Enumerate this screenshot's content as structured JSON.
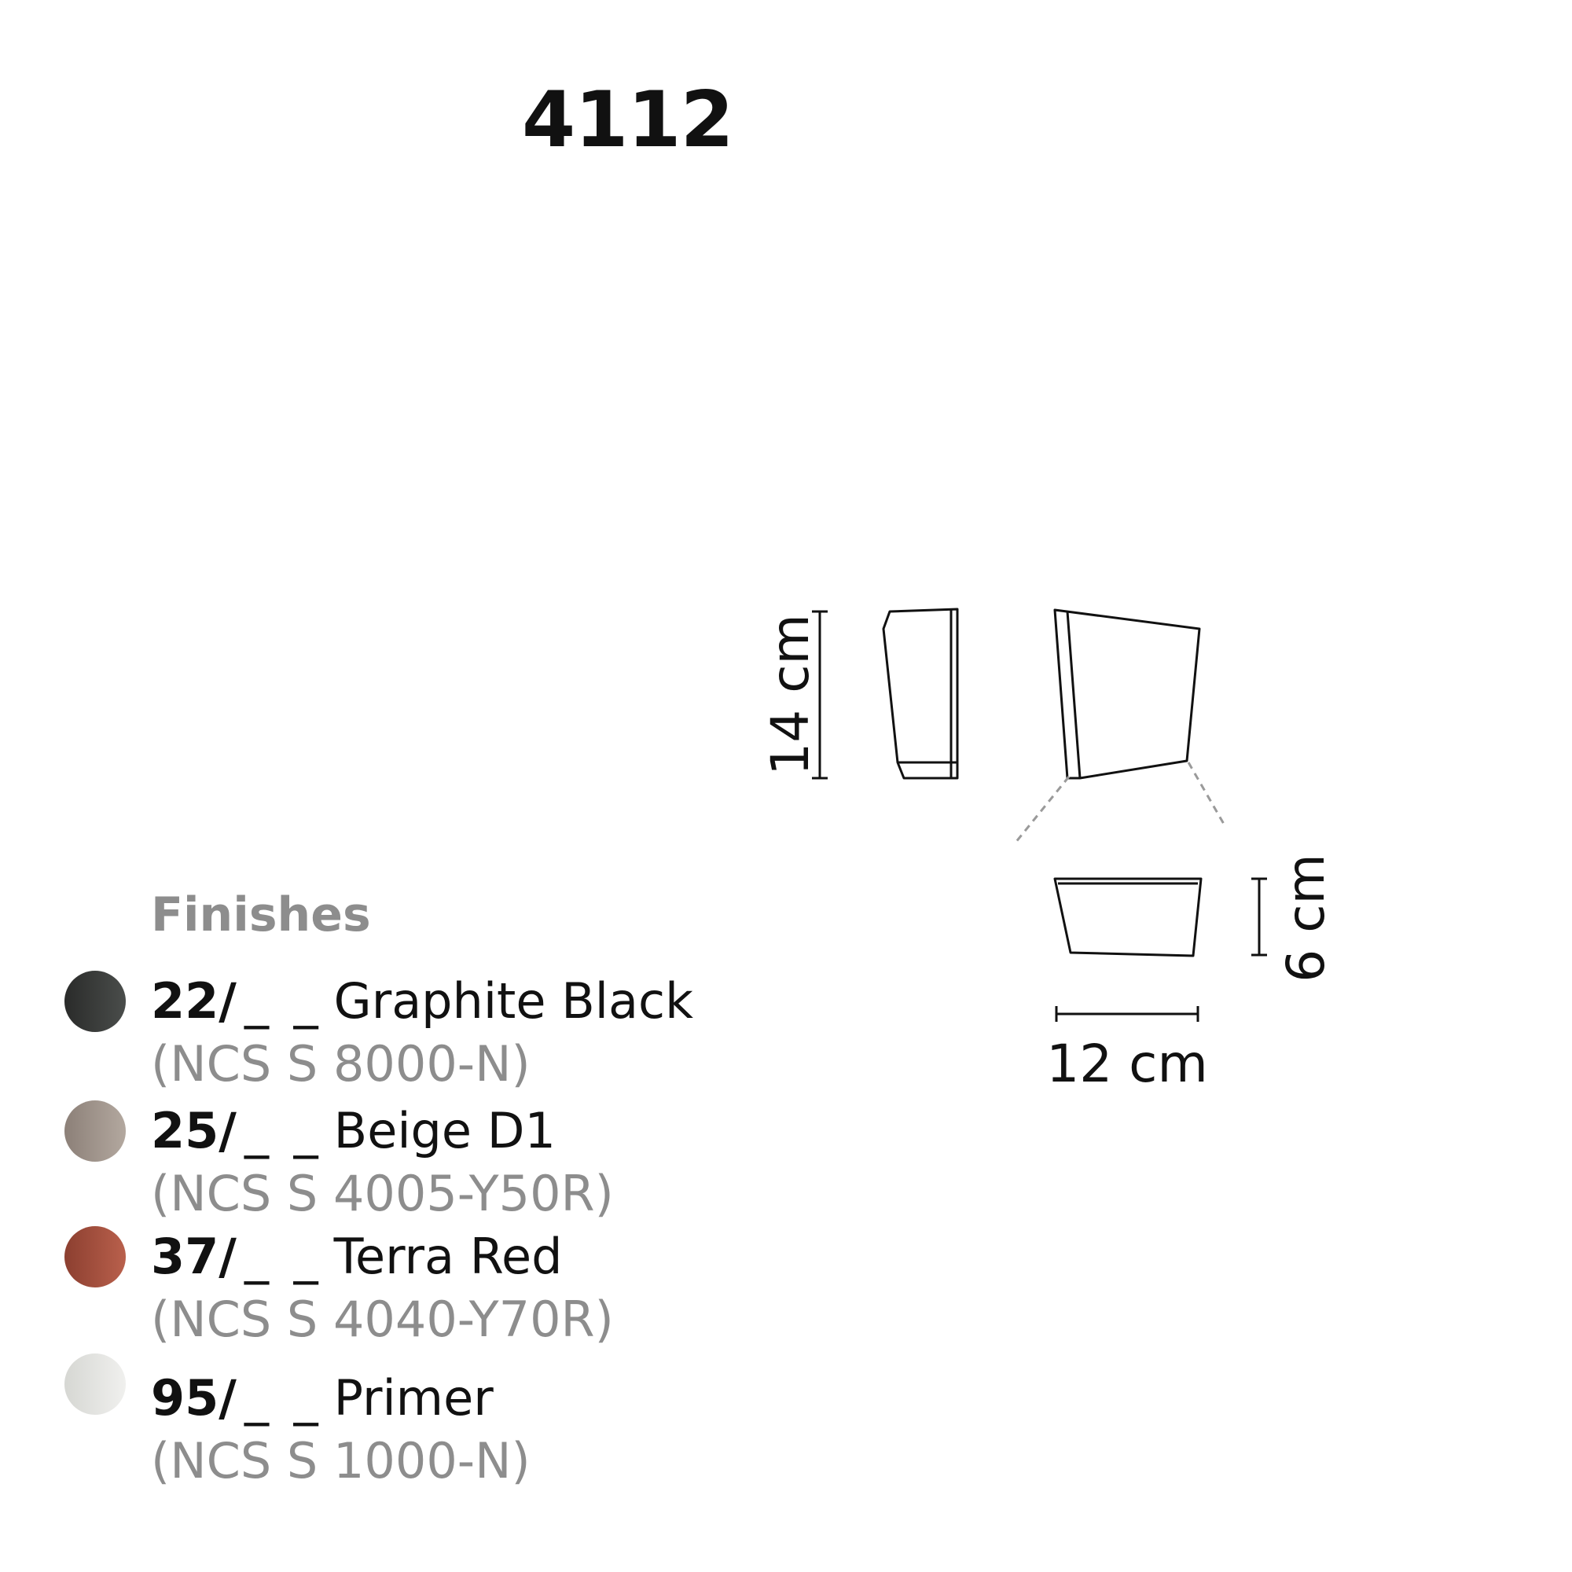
{
  "title": "4112",
  "dimensions": {
    "height_label": "14 cm",
    "depth_label": "6 cm",
    "width_label": "12 cm"
  },
  "finishes": {
    "heading": "Finishes",
    "items": [
      {
        "code": "22/",
        "blank": "_ _",
        "name": "Graphite Black",
        "ncs": "(NCS S 8000-N)",
        "color_start": "#2a2b2a",
        "color_end": "#4a4d4b"
      },
      {
        "code": "25/",
        "blank": "_ _",
        "name": "Beige D1",
        "ncs": "(NCS S 4005-Y50R)",
        "color_start": "#8c8078",
        "color_end": "#b3a89f"
      },
      {
        "code": "37/",
        "blank": "_ _",
        "name": "Terra Red",
        "ncs": "(NCS S 4040-Y70R)",
        "color_start": "#8c3f30",
        "color_end": "#b9604c"
      },
      {
        "code": "95/",
        "blank": "_ _",
        "name": "Primer",
        "ncs": "(NCS S 1000-N)",
        "color_start": "#d6d7d3",
        "color_end": "#f0f0ee"
      }
    ]
  }
}
